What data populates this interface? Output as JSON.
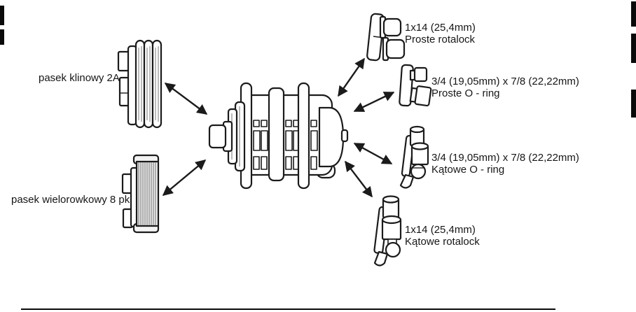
{
  "colors": {
    "ink": "#1b1b1b",
    "paper": "#ffffff"
  },
  "pulleys": {
    "v_belt": {
      "label": "pasek klinowy 2A"
    },
    "multi_groove": {
      "label": "pasek wielorowkowy 8 pk"
    }
  },
  "fittings": {
    "straight_rotalock": {
      "size": "1x14 (25,4mm)",
      "name": "Proste rotalock"
    },
    "straight_oring": {
      "size": "3/4 (19,05mm) x 7/8 (22,22mm)",
      "name": "Proste O - ring"
    },
    "angled_oring": {
      "size": "3/4 (19,05mm) x 7/8 (22,22mm)",
      "name": "Kątowe O - ring"
    },
    "angled_rotalock": {
      "size": "1x14 (25,4mm)",
      "name": "Kątowe rotalock"
    }
  }
}
